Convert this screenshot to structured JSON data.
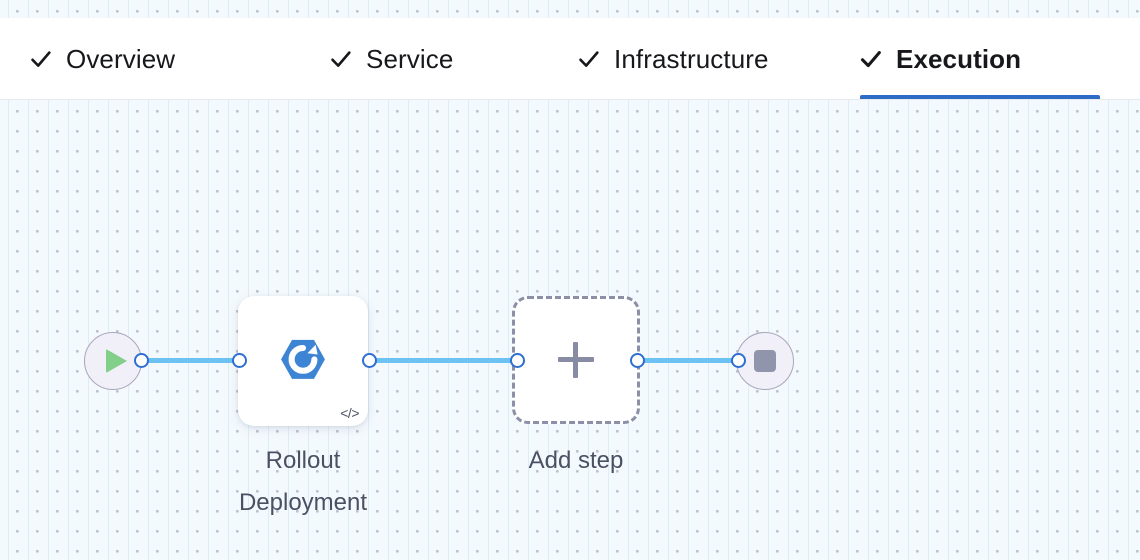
{
  "header": {
    "tabs": [
      {
        "id": "overview",
        "label": "Overview",
        "icon": "check-icon",
        "complete": true,
        "active": false
      },
      {
        "id": "service",
        "label": "Service",
        "icon": "check-icon",
        "complete": true,
        "active": false
      },
      {
        "id": "infra",
        "label": "Infrastructure",
        "icon": "check-icon",
        "complete": true,
        "active": false
      },
      {
        "id": "execution",
        "label": "Execution",
        "icon": "check-icon",
        "complete": true,
        "active": true
      }
    ],
    "active_tab": "Execution",
    "active_underline_color": "#2e6bc6"
  },
  "canvas": {
    "grid": "dot-grid",
    "background_color": "#f4f9fd",
    "dot_color": "#b9c2cd",
    "line_color": "#cde3f5"
  },
  "pipeline": {
    "start_node": {
      "name": "pipeline-start",
      "icon": "play-icon",
      "icon_color": "#82cf8a",
      "fill": "#f1eff8",
      "border": "#a9a6bb"
    },
    "end_node": {
      "name": "pipeline-end",
      "icon": "stop-icon",
      "icon_color": "#9195ab",
      "fill": "#f1eff8",
      "border": "#a9a6bb"
    },
    "steps": [
      {
        "id": "rollout-deployment",
        "label": "Rollout\nDeployment",
        "icon": "rollout-deployment-icon",
        "icon_color": "#3e84d4",
        "badge_icon": "code-icon",
        "badge_glyph": "</>",
        "type": "step-card"
      },
      {
        "id": "add-step",
        "label": "Add step",
        "icon": "plus-icon",
        "icon_color": "#878ca4",
        "type": "add-placeholder"
      }
    ],
    "connectors": {
      "wire_color": "#6cc2f2",
      "port_fill": "#ffffff",
      "port_border": "#2f6fd0",
      "count": 3
    }
  }
}
